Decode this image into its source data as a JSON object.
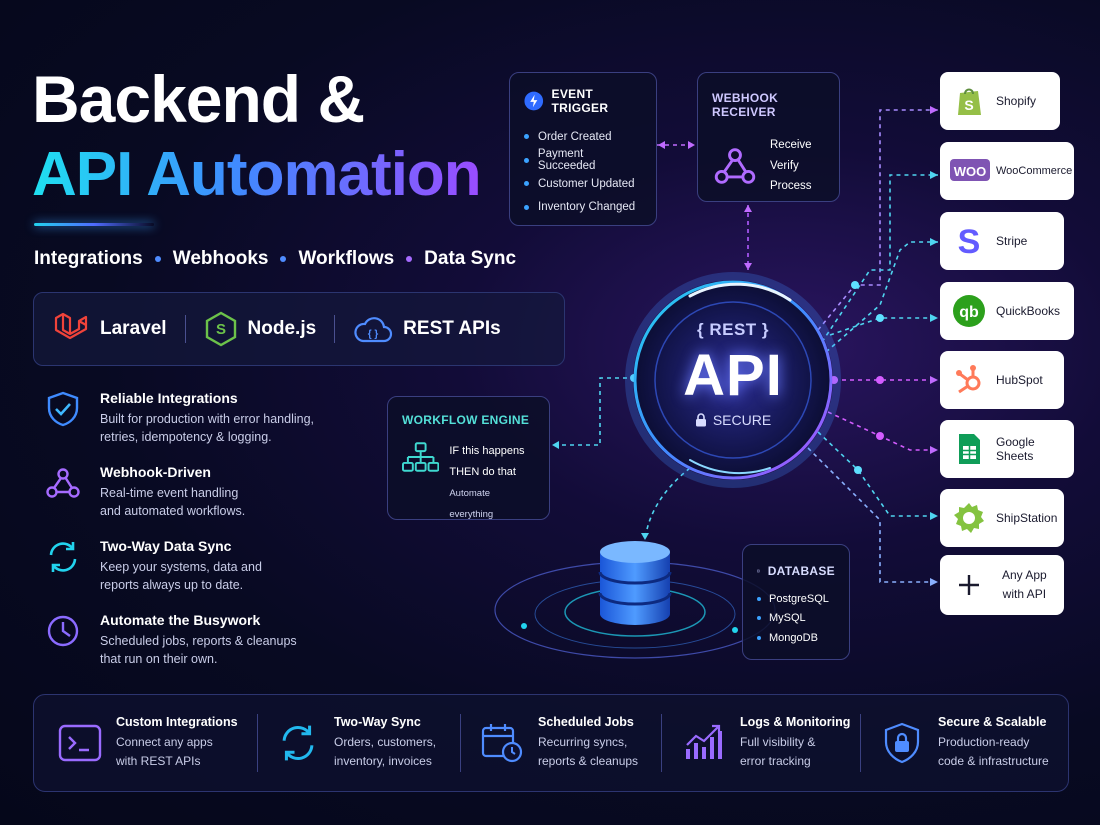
{
  "title": {
    "line1": "Backend &",
    "line2": "API Automation"
  },
  "tags": [
    "Integrations",
    "Webhooks",
    "Workflows",
    "Data Sync"
  ],
  "tech": [
    "Laravel",
    "Node.js",
    "REST APIs"
  ],
  "features": [
    {
      "title": "Reliable Integrations",
      "desc1": "Built for production with error handling,",
      "desc2": "retries, idempotency & logging.",
      "icon": "shield-check-icon"
    },
    {
      "title": "Webhook-Driven",
      "desc1": "Real-time event handling",
      "desc2": "and automated workflows.",
      "icon": "webhook-icon"
    },
    {
      "title": "Two-Way Data Sync",
      "desc1": "Keep your systems, data and",
      "desc2": "reports always up to date.",
      "icon": "sync-icon"
    },
    {
      "title": "Automate the Busywork",
      "desc1": "Scheduled jobs, reports & cleanups",
      "desc2": "that run on their own.",
      "icon": "clock-icon"
    }
  ],
  "event_trigger": {
    "title": "EVENT TRIGGER",
    "items": [
      "Order Created",
      "Payment Succeeded",
      "Customer Updated",
      "Inventory Changed"
    ]
  },
  "webhook_receiver": {
    "title": "WEBHOOK RECEIVER",
    "items": [
      "Receive",
      "Verify",
      "Process"
    ]
  },
  "api_hub": {
    "top": "{ REST }",
    "main": "API",
    "bottom": "SECURE"
  },
  "workflow_engine": {
    "title": "WORKFLOW ENGINE",
    "line1": "IF this happens",
    "line2": "THEN do that",
    "line3": "Automate everything"
  },
  "database": {
    "title": "DATABASE",
    "items": [
      "PostgreSQL",
      "MySQL",
      "MongoDB"
    ]
  },
  "services": [
    {
      "name": "Shopify",
      "icon": "shopify-icon"
    },
    {
      "name": "WooCommerce",
      "icon": "woo-icon"
    },
    {
      "name": "Stripe",
      "icon": "stripe-icon"
    },
    {
      "name": "QuickBooks",
      "icon": "quickbooks-icon"
    },
    {
      "name": "HubSpot",
      "icon": "hubspot-icon"
    },
    {
      "name": "Google Sheets",
      "icon": "sheets-icon"
    },
    {
      "name": "ShipStation",
      "icon": "shipstation-icon"
    },
    {
      "name": "Any App\nwith API",
      "icon": "plus-icon"
    }
  ],
  "bottom_items": [
    {
      "title": "Custom Integrations",
      "desc": "Connect any apps\nwith REST APIs",
      "icon": "terminal-icon"
    },
    {
      "title": "Two-Way Sync",
      "desc": "Orders, customers,\ninventory, invoices",
      "icon": "sync-icon"
    },
    {
      "title": "Scheduled Jobs",
      "desc": "Recurring syncs,\nreports & cleanups",
      "icon": "calendar-clock-icon"
    },
    {
      "title": "Logs & Monitoring",
      "desc": "Full visibility &\nerror tracking",
      "icon": "chart-icon"
    },
    {
      "title": "Secure & Scalable",
      "desc": "Production-ready\ncode & infrastructure",
      "icon": "shield-lock-icon"
    }
  ],
  "colors": {
    "accent_cyan": "#22d3ee",
    "accent_blue": "#3f8bff",
    "accent_purple": "#9a4cff",
    "bg": "#080a22"
  }
}
